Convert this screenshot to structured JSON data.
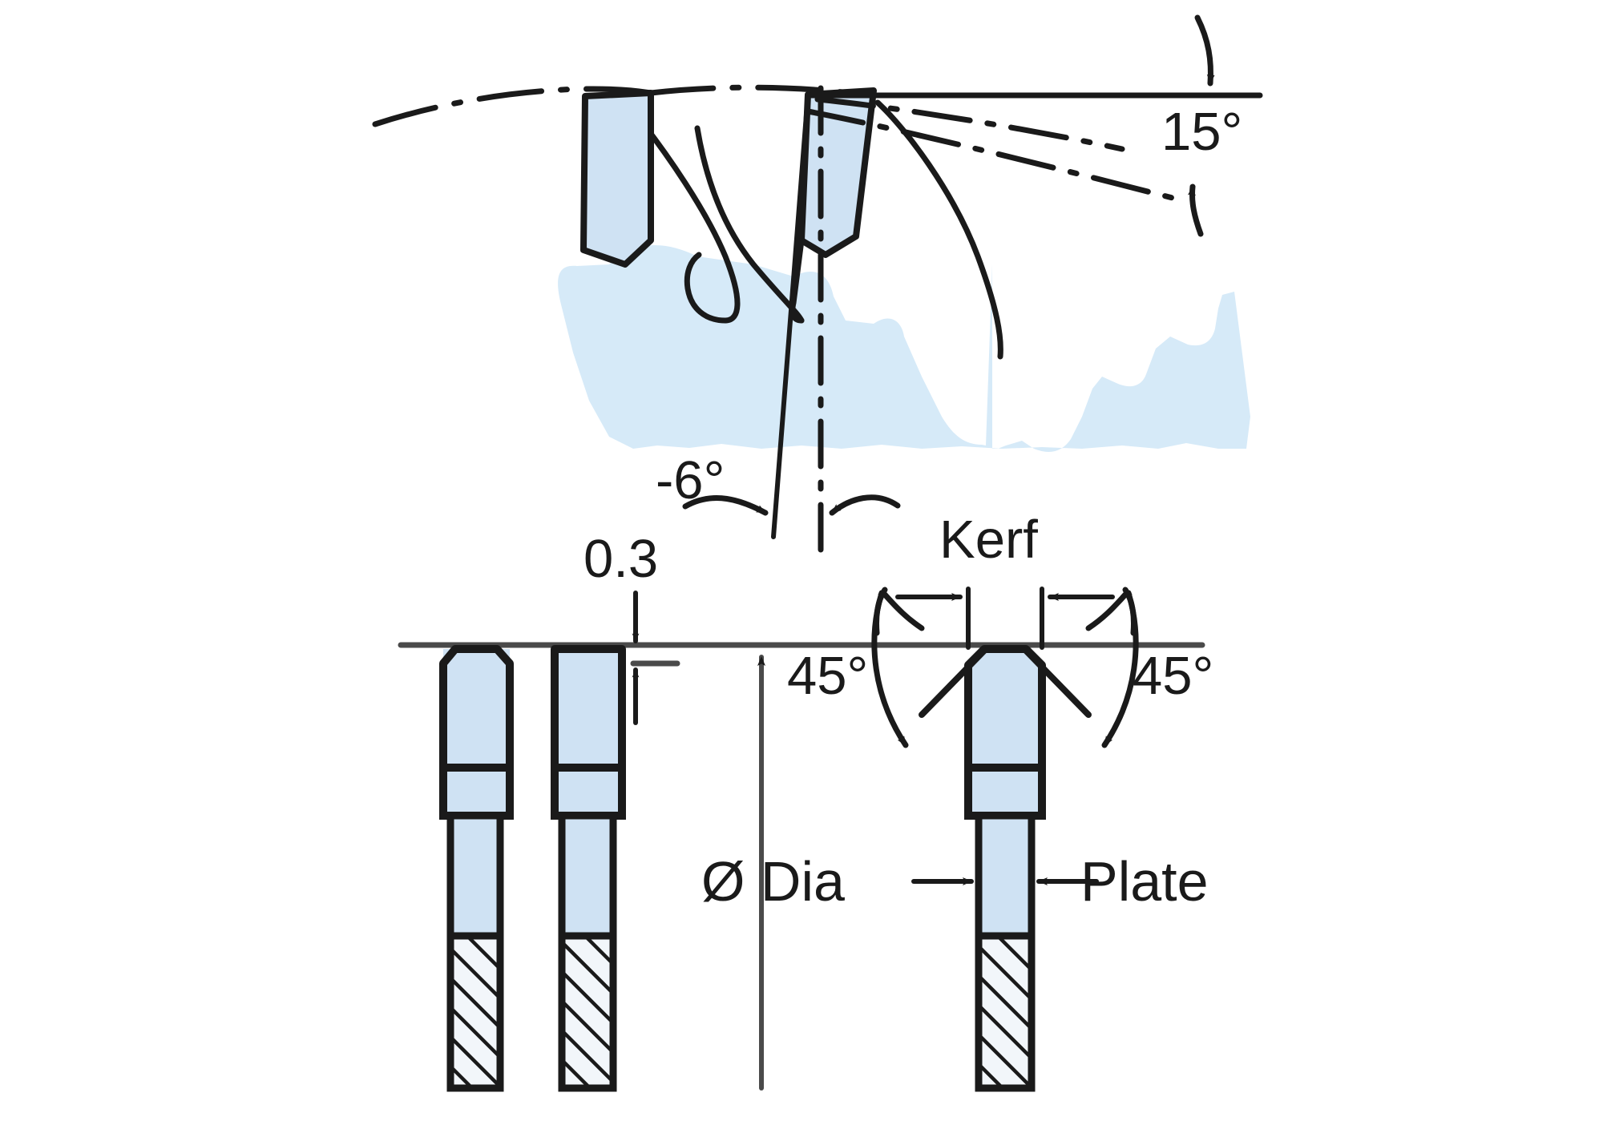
{
  "diagram": {
    "title": "Circular saw blade tooth geometry",
    "colors": {
      "tooth_fill": "#cfe2f3",
      "body_fill": "#d6eaf8",
      "line": "#1a1a1a",
      "background": "#ffffff"
    },
    "top_view": {
      "name": "tooth-profile-side-view",
      "labels": {
        "top_clearance_angle": "15°",
        "hook_angle": "-6°"
      }
    },
    "bottom_view": {
      "name": "tooth-front-view",
      "labels": {
        "side_clearance": "0.3",
        "kerf": "Kerf",
        "bevel_left": "45°",
        "bevel_right": "45°",
        "diameter": "Ø Dia",
        "plate": "Plate"
      }
    },
    "annotations": [
      {
        "id": "angle-15",
        "text": "15°",
        "kind": "angle-dimension"
      },
      {
        "id": "angle-minus6",
        "text": "-6°",
        "kind": "angle-dimension"
      },
      {
        "id": "dim-0-3",
        "text": "0.3",
        "kind": "linear-dimension"
      },
      {
        "id": "dim-kerf",
        "text": "Kerf",
        "kind": "linear-dimension"
      },
      {
        "id": "angle-45-left",
        "text": "45°",
        "kind": "angle-dimension"
      },
      {
        "id": "angle-45-right",
        "text": "45°",
        "kind": "angle-dimension"
      },
      {
        "id": "dim-dia",
        "text": "Ø Dia",
        "kind": "linear-dimension"
      },
      {
        "id": "dim-plate",
        "text": "Plate",
        "kind": "linear-dimension"
      }
    ]
  }
}
